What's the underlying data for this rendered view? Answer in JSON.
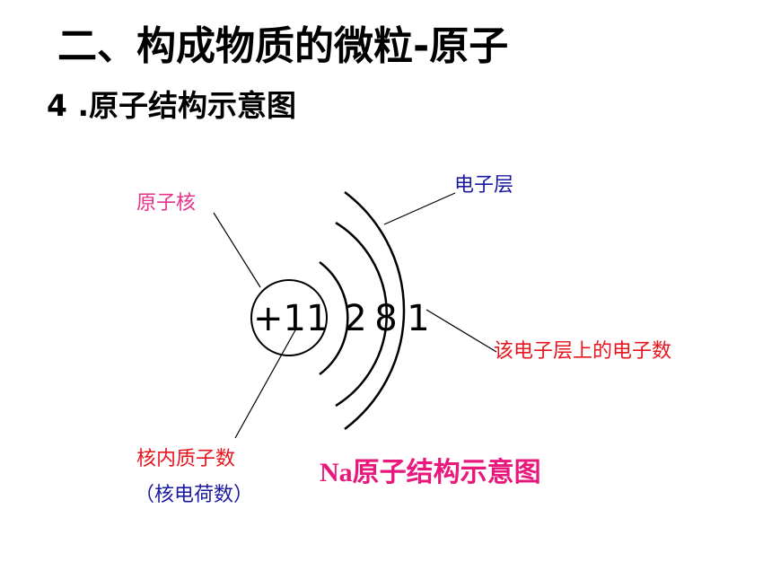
{
  "heading": "二、构成物质的微粒-原子",
  "subheading": "4 .原子结构示意图",
  "diagram": {
    "nucleus_charge": "+11",
    "shell_electrons": [
      "2",
      "8",
      "1"
    ],
    "labels": {
      "nucleus": "原子核",
      "shell": "电子层",
      "shell_electrons": "该电子层上的电子数",
      "proton_count": "核内质子数",
      "nuclear_charge": "（核电荷数）"
    },
    "caption": "Na原子结构示意图"
  },
  "colors": {
    "nucleus_label": "#e8328a",
    "shell_label": "#1a1aa0",
    "shell_electrons_label": "#e8141e",
    "proton_label": "#e8141e",
    "caption": "#e8197d",
    "line": "#000000"
  }
}
